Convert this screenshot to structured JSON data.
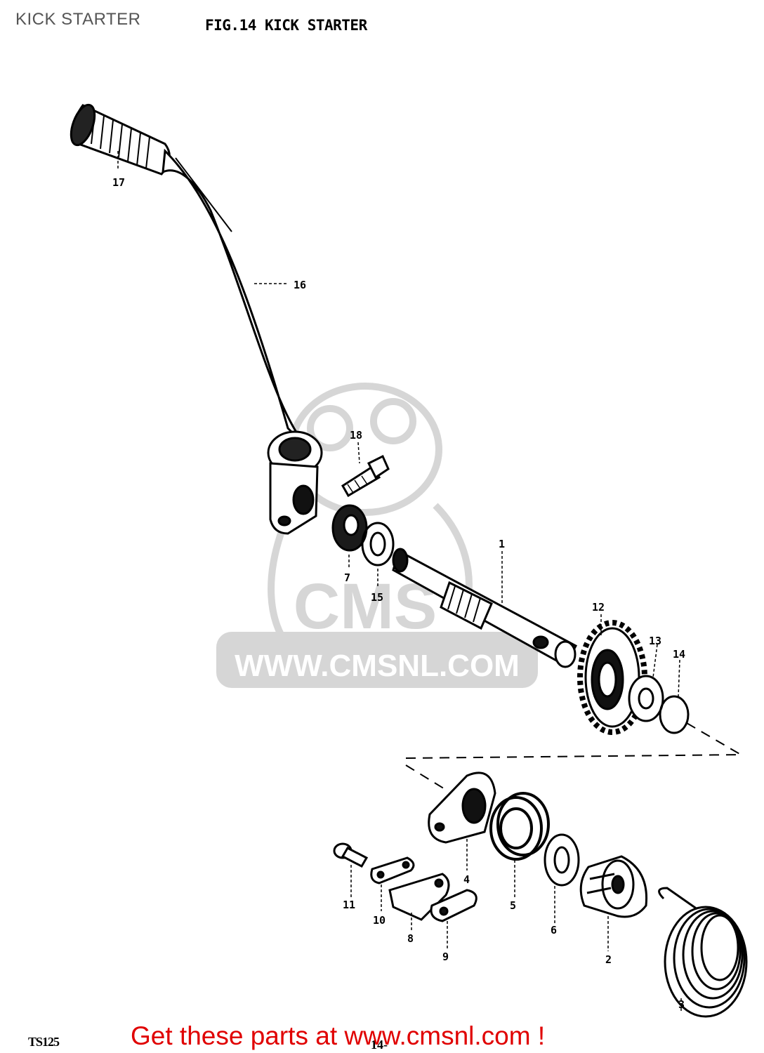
{
  "page": {
    "title": "KICK STARTER",
    "figure_title": "FIG.14  KICK STARTER",
    "model_code": "TS125",
    "page_number": "14-",
    "cta": "Get these parts at www.cmsnl.com !"
  },
  "watermark": {
    "text": "WWW.CMSNL.COM",
    "logo_text": "CMS"
  },
  "parts": [
    {
      "ref": "1",
      "label": "1"
    },
    {
      "ref": "2",
      "label": "2"
    },
    {
      "ref": "3",
      "label": "3"
    },
    {
      "ref": "4",
      "label": "4"
    },
    {
      "ref": "5",
      "label": "5"
    },
    {
      "ref": "6",
      "label": "6"
    },
    {
      "ref": "7",
      "label": "7"
    },
    {
      "ref": "8",
      "label": "8"
    },
    {
      "ref": "9",
      "label": "9"
    },
    {
      "ref": "10",
      "label": "10"
    },
    {
      "ref": "11",
      "label": "11"
    },
    {
      "ref": "12",
      "label": "12"
    },
    {
      "ref": "13",
      "label": "13"
    },
    {
      "ref": "14",
      "label": "14"
    },
    {
      "ref": "15",
      "label": "15"
    },
    {
      "ref": "16",
      "label": "16"
    },
    {
      "ref": "17",
      "label": "17"
    },
    {
      "ref": "18",
      "label": "18"
    }
  ],
  "colors": {
    "cta": "#e00000",
    "watermark": "#d6d6d6",
    "lines": "#000000"
  }
}
